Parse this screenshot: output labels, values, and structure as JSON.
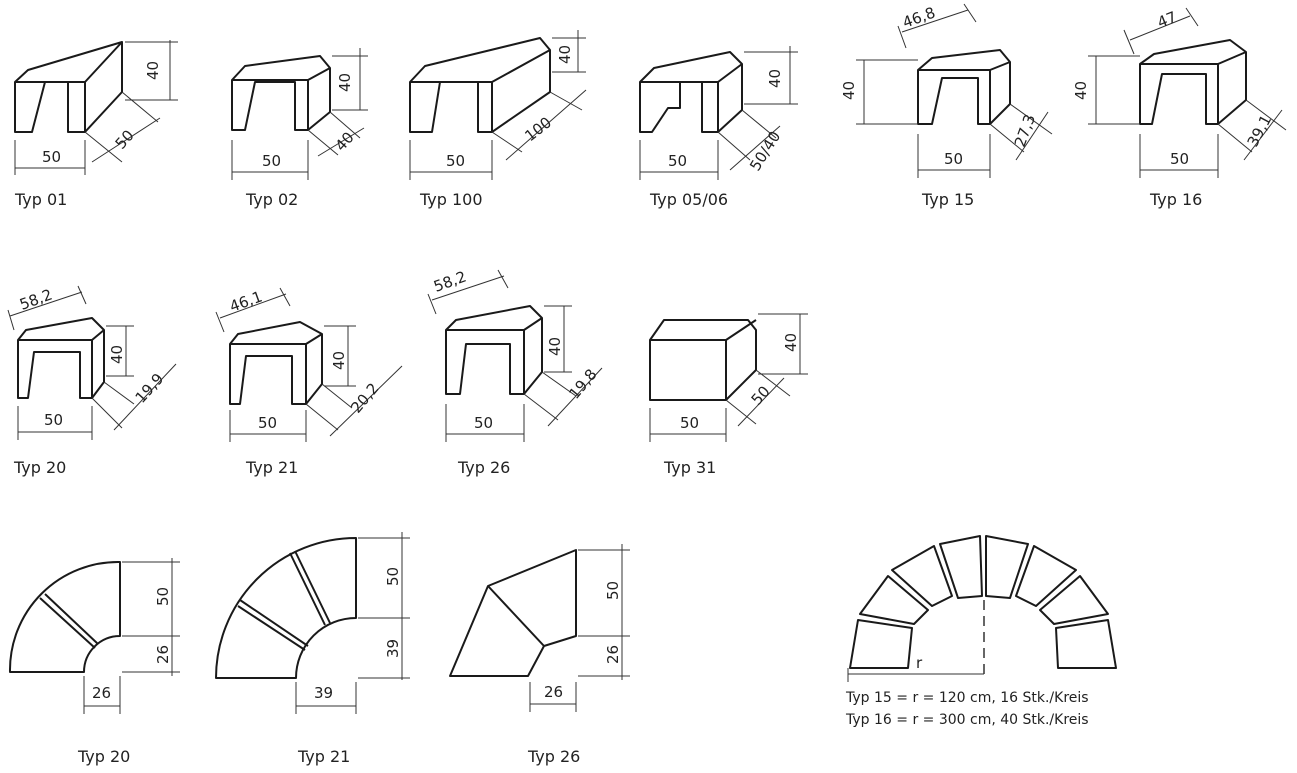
{
  "items": [
    {
      "label": "Typ 01",
      "dims": [
        "50",
        "40",
        "50"
      ]
    },
    {
      "label": "Typ 02",
      "dims": [
        "50",
        "40",
        "40"
      ]
    },
    {
      "label": "Typ 100",
      "dims": [
        "50",
        "40",
        "100"
      ]
    },
    {
      "label": "Typ 05/06",
      "dims": [
        "50",
        "40",
        "50/40"
      ]
    },
    {
      "label": "Typ 15",
      "dims": [
        "46,8",
        "40",
        "50",
        "27,3"
      ]
    },
    {
      "label": "Typ 16",
      "dims": [
        "47",
        "40",
        "50",
        "39,1"
      ]
    },
    {
      "label": "Typ 20",
      "dims": [
        "58,2",
        "40",
        "50",
        "19,9"
      ]
    },
    {
      "label": "Typ 21",
      "dims": [
        "46,1",
        "40",
        "50",
        "20,2"
      ]
    },
    {
      "label": "Typ 26",
      "dims": [
        "58,2",
        "40",
        "50",
        "19,8"
      ]
    },
    {
      "label": "Typ 31",
      "dims": [
        "40",
        "50",
        "50"
      ]
    }
  ],
  "plans": [
    {
      "label": "Typ 20",
      "dims": [
        "50",
        "26",
        "26"
      ]
    },
    {
      "label": "Typ 21",
      "dims": [
        "50",
        "39",
        "39"
      ]
    },
    {
      "label": "Typ 26",
      "dims": [
        "50",
        "26",
        "26"
      ]
    }
  ],
  "arch": {
    "radius_label": "r",
    "notes": [
      "Typ 15 = r = 120 cm, 16 Stk./Kreis",
      "Typ 16 = r = 300 cm, 40 Stk./Kreis"
    ]
  }
}
